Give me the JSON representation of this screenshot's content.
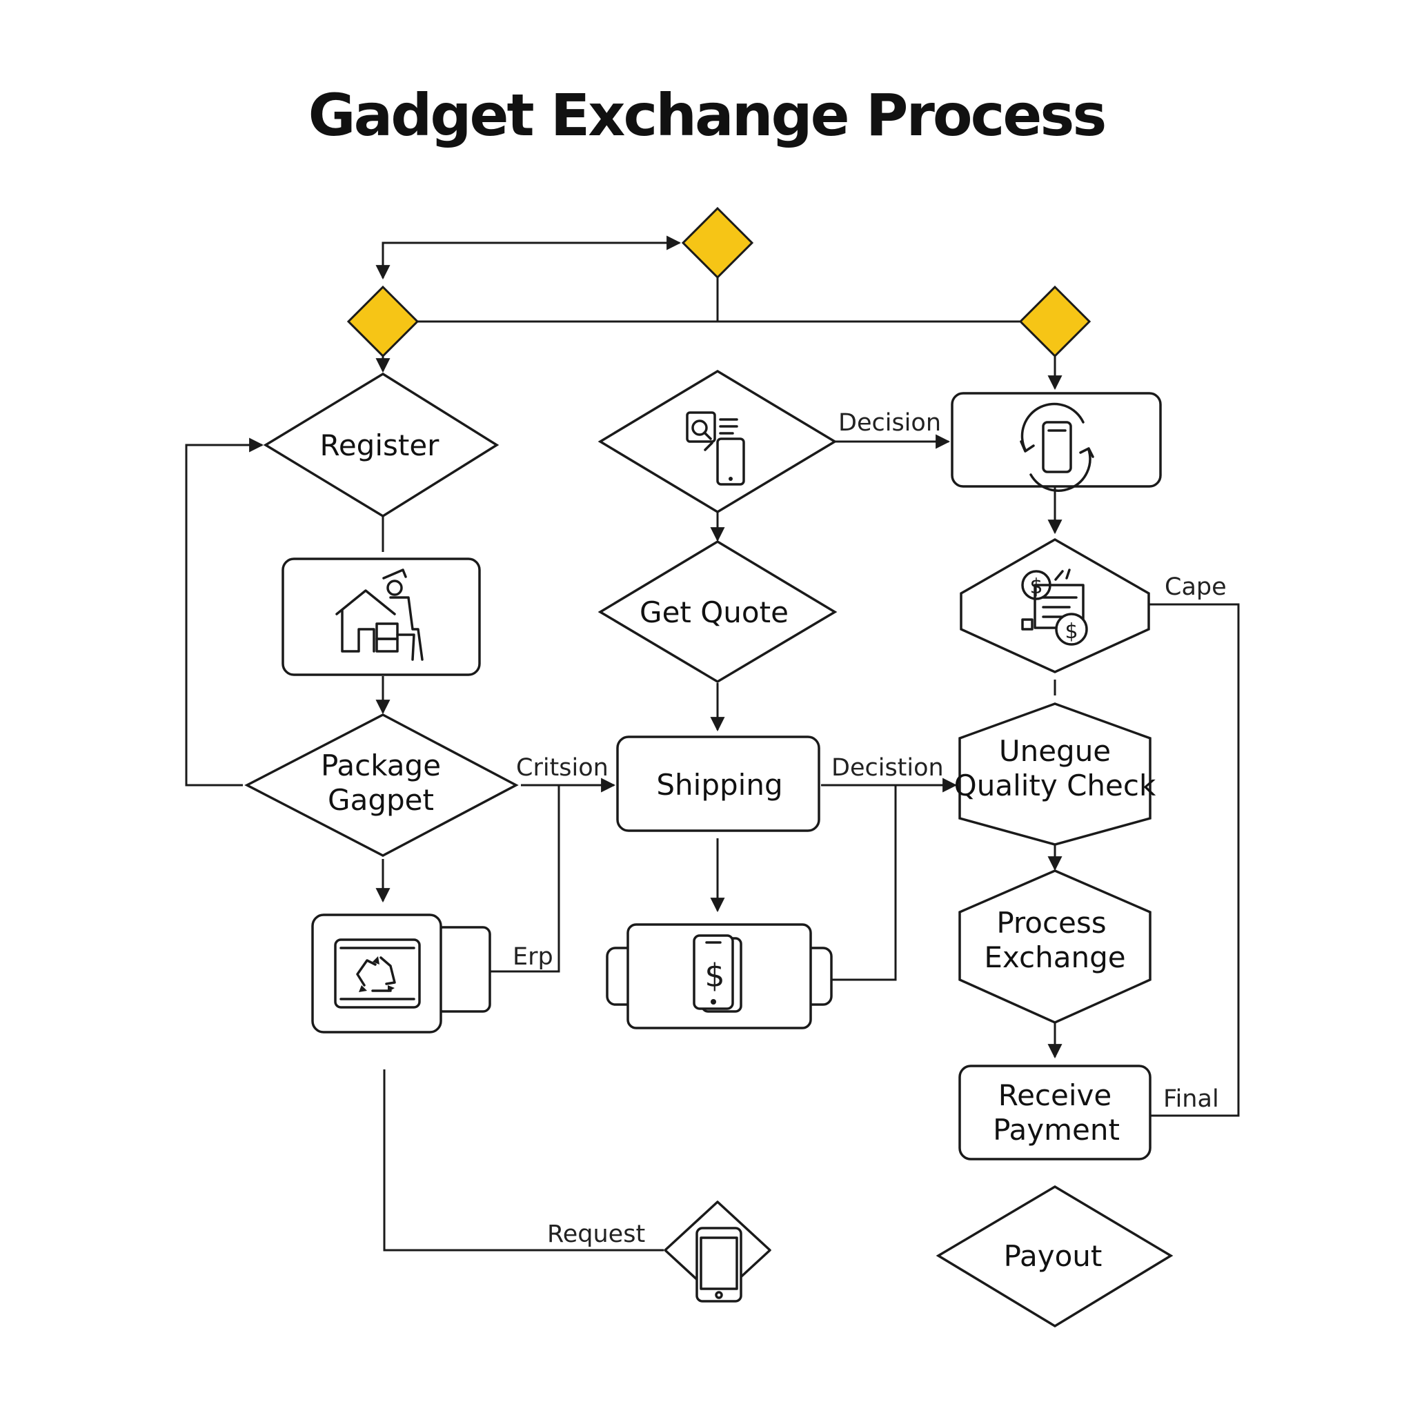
{
  "title": "Gadget Exchange Process",
  "colors": {
    "accent": "#f6c516",
    "stroke": "#1a1a1a",
    "background": "#ffffff"
  },
  "nodes": {
    "register": "Register",
    "get_quote": "Get Quote",
    "package_gadget": [
      "Package",
      "Gagpet"
    ],
    "shipping": "Shipping",
    "quality_check": [
      "Unegue",
      "Quality Check"
    ],
    "process_exchange": [
      "Process",
      "Exchange"
    ],
    "receive_payment": [
      "Receive",
      "Payment"
    ],
    "payout": "Payout"
  },
  "edge_labels": {
    "decision_top": "Decision",
    "cape": "Cape",
    "critsion": "Critsion",
    "decistion": "Decistion",
    "erp": "Erp",
    "final": "Final",
    "request": "Request"
  },
  "icons": {
    "search_phone": "phone-search-icon",
    "phone_refresh": "phone-refresh-icon",
    "home_person": "home-person-icon",
    "invoice_dollar": "invoice-dollar-icon",
    "recycle_tablet": "recycle-tablet-icon",
    "phone_dollar": "phone-dollar-icon",
    "phone": "phone-icon"
  }
}
